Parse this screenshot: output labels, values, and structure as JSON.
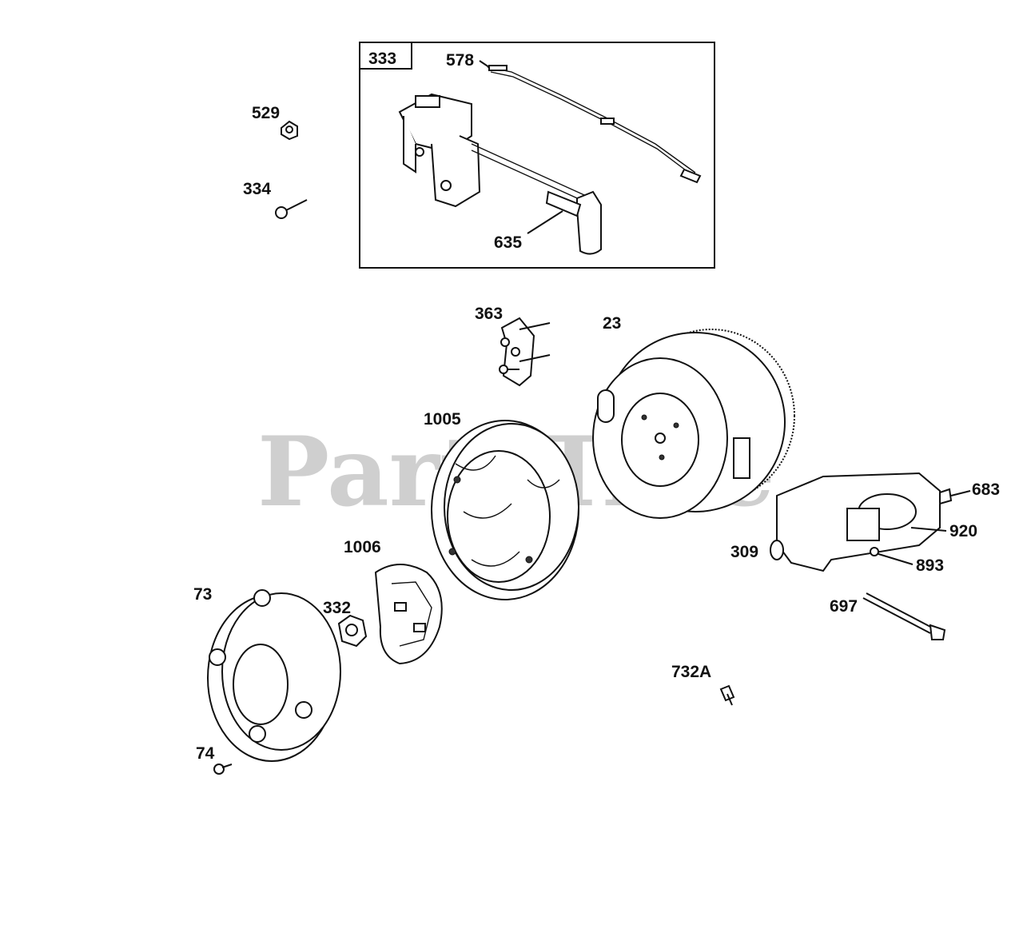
{
  "watermark": "PartsTree",
  "callouts": {
    "p333": "333",
    "p578": "578",
    "p529": "529",
    "p334": "334",
    "p635": "635",
    "p363": "363",
    "p23": "23",
    "p1005": "1005",
    "p683": "683",
    "p920": "920",
    "p309": "309",
    "p893": "893",
    "p1006": "1006",
    "p73": "73",
    "p332": "332",
    "p697": "697",
    "p732a": "732A",
    "p74": "74"
  },
  "colors": {
    "line": "#111111",
    "watermark": "#cfcfcf",
    "background": "#ffffff"
  }
}
